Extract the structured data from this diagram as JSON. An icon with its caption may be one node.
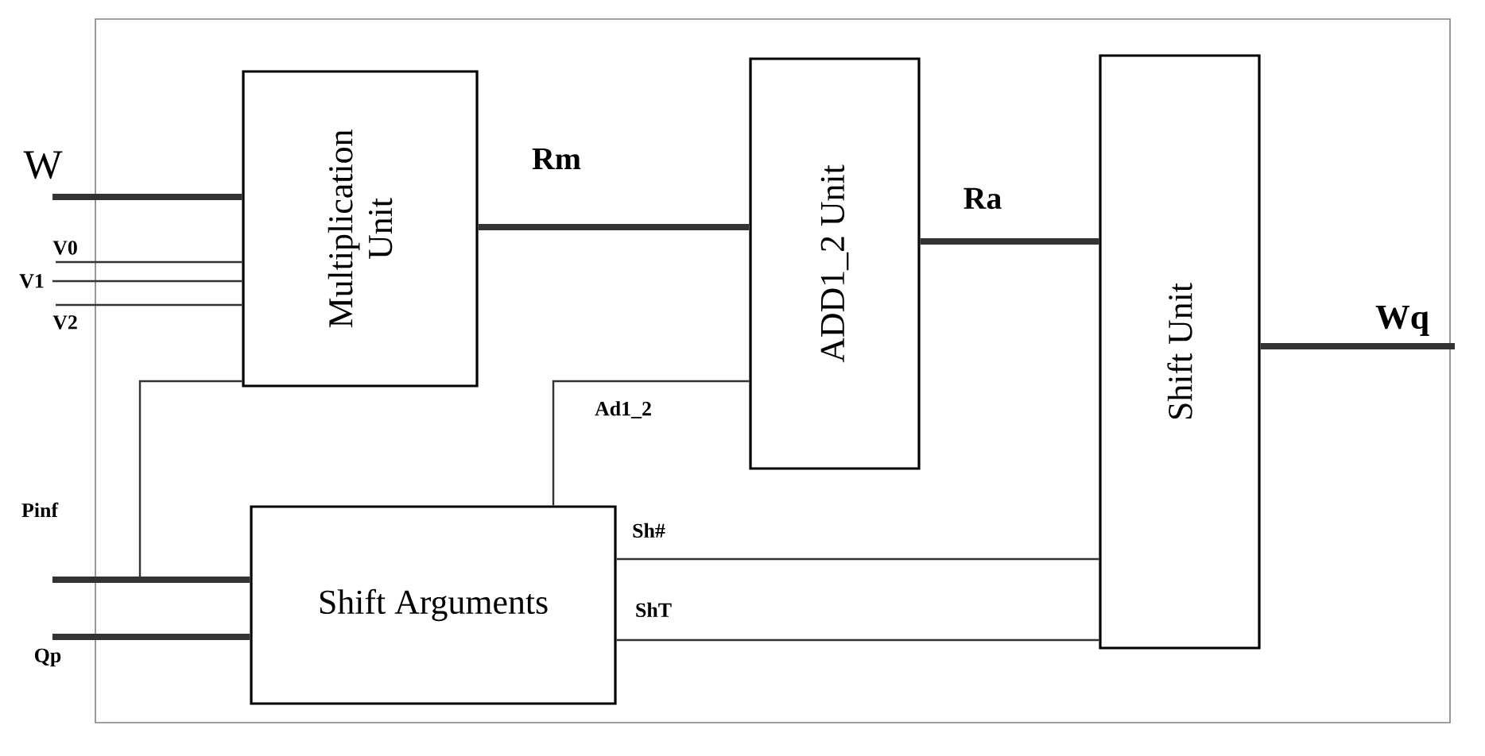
{
  "diagram": {
    "nodes": [
      {
        "text": [
          "Multiplication Unit"
        ]
      },
      {
        "text": [
          "ADD1_2 Unit"
        ]
      },
      {
        "text": [
          "Shift Unit"
        ]
      },
      {
        "text": [
          "Shift Arguments"
        ]
      },
      {
        "text": [
          "W"
        ]
      },
      {
        "text": [
          "V0"
        ]
      },
      {
        "text": [
          "V1"
        ]
      },
      {
        "text": [
          "V2"
        ]
      },
      {
        "text": [
          "Pinf"
        ]
      },
      {
        "text": [
          "Qp"
        ]
      },
      {
        "text": [
          "Wq"
        ]
      }
    ],
    "edges": [
      {
        "from": 4,
        "to": 0,
        "arrow": "none",
        "style": "thick"
      },
      {
        "from": 5,
        "to": 0,
        "arrow": "none"
      },
      {
        "from": 6,
        "to": 0,
        "arrow": "none"
      },
      {
        "from": 7,
        "to": 0,
        "arrow": "none"
      },
      {
        "from": 8,
        "to": 3,
        "arrow": "none",
        "style": "thick"
      },
      {
        "from": 8,
        "to": 0,
        "arrow": "none"
      },
      {
        "from": 9,
        "to": 3,
        "arrow": "none",
        "style": "thick"
      },
      {
        "from": 0,
        "to": 1,
        "arrow": "none",
        "style": "thick",
        "label": "Rm"
      },
      {
        "from": 1,
        "to": 2,
        "arrow": "none",
        "style": "thick",
        "label": "Ra"
      },
      {
        "from": 3,
        "to": 1,
        "arrow": "none",
        "label": "Ad1_2"
      },
      {
        "from": 3,
        "to": 2,
        "arrow": "none",
        "label": "Sh#"
      },
      {
        "from": 3,
        "to": 2,
        "arrow": "none",
        "label": "ShT"
      },
      {
        "from": 2,
        "to": 10,
        "arrow": "none",
        "style": "thick"
      }
    ]
  }
}
